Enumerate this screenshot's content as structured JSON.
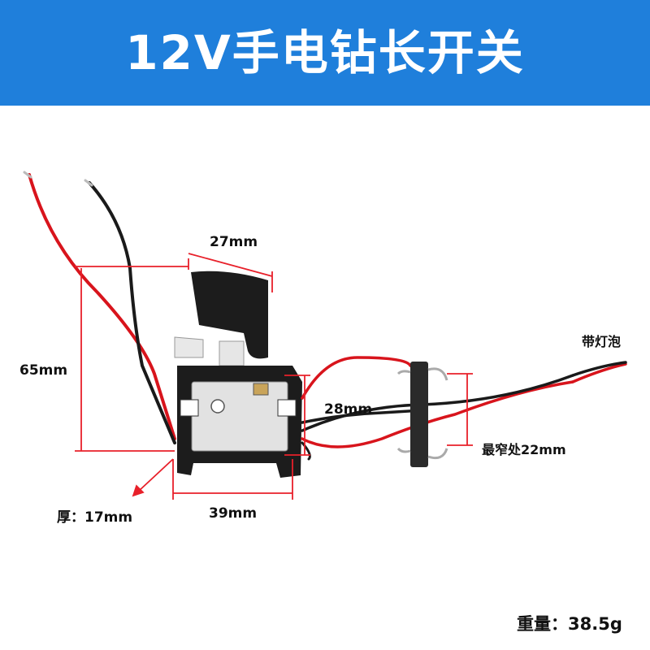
{
  "title": "12V手电钻长开关",
  "dimensions": {
    "width_top": "27mm",
    "height": "65mm",
    "body_height": "28mm",
    "bottom_width": "39mm",
    "thickness": "厚：17mm",
    "narrowest": "最窄处22mm",
    "with_bulb": "带灯泡"
  },
  "weight": "重量：38.5g",
  "colors": {
    "banner": "#1f7fdb",
    "dimension_line": "#e8202a",
    "wire_red": "#d8141c",
    "wire_black": "#1a1a1a",
    "housing": "#1c1c1c"
  }
}
